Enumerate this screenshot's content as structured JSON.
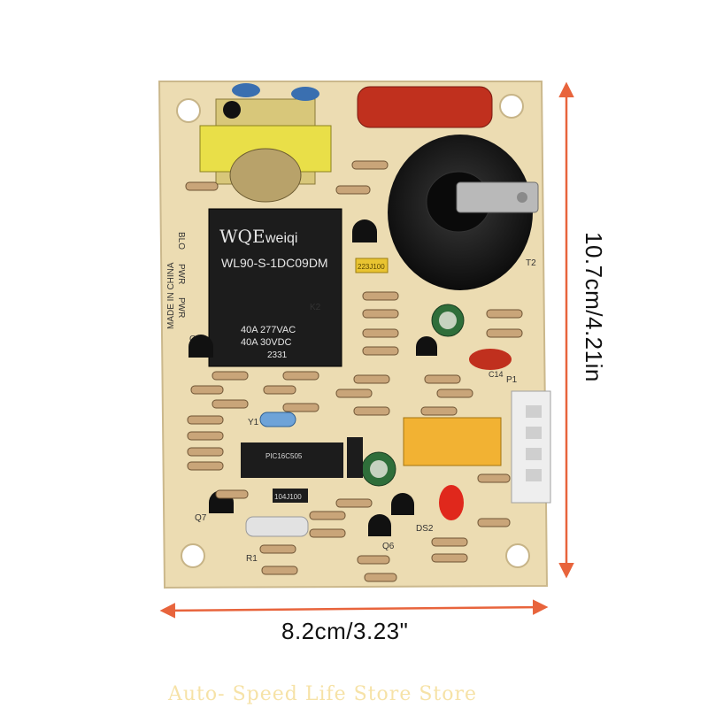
{
  "dimensions": {
    "width_label": "8.2cm/3.23\"",
    "height_label": "10.7cm/4.21in"
  },
  "watermark": "Auto- Speed Life Store Store",
  "board": {
    "relay_brand": "WQE",
    "relay_brand2": "weiqi",
    "relay_model": "WL90-S-1DC09DM",
    "relay_rating1": "40A  277VAC",
    "relay_rating2": "40A  30VDC",
    "relay_code": "2331",
    "made_in": "MADE IN CHINA",
    "silk_blo": "BLO",
    "silk_pwr1": "PWR",
    "silk_pwr2": "PWR",
    "silk_t2": "T2",
    "silk_k2": "K2",
    "silk_p1": "P1",
    "silk_c14": "C14",
    "silk_q1": "Q1",
    "silk_q7": "Q7",
    "silk_q6": "Q6",
    "silk_ds2": "DS2",
    "silk_r1": "R1",
    "silk_y1": "Y1",
    "cap_label": "223J100",
    "ic_label": "PIC16C505",
    "res_label": "104J100"
  },
  "colors": {
    "board": "#ecdcb2",
    "relay": "#1c1c1c",
    "arrow": "#e8643c",
    "red_cap": "#c0301e"
  }
}
